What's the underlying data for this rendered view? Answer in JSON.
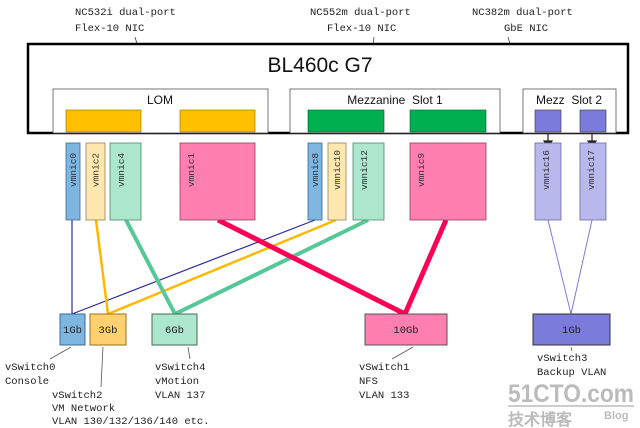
{
  "server": {
    "title": "BL460c G7"
  },
  "adapters": [
    {
      "name": "LOM",
      "callout": [
        "NC532i dual-port",
        "Flex-10 NIC"
      ],
      "port_color": "#FFC000"
    },
    {
      "name": "Mezzanine  Slot 1",
      "callout": [
        "NC552m dual-port",
        "Flex-10 NIC"
      ],
      "port_color": "#00B050"
    },
    {
      "name": "Mezz  Slot 2",
      "callout": [
        "NC382m dual-port",
        "GbE NIC"
      ],
      "port_color": "#7B7BDB"
    }
  ],
  "vmnics": [
    "vmnic0",
    "vmnic2",
    "vmnic4",
    "vmnic1",
    "vmnic8",
    "vmnic10",
    "vmnic12",
    "vmnic9",
    "vmnic16",
    "vmnic17"
  ],
  "vswitches": [
    {
      "speed": "1Gb",
      "lines": [
        "vSwitch0",
        "Console"
      ],
      "color": "#7EB6E0"
    },
    {
      "speed": "3Gb",
      "lines": [
        "vSwitch2",
        "VM Network",
        "VLAN 130/132/136/140 etc."
      ],
      "color": "#FFD070"
    },
    {
      "speed": "6Gb",
      "lines": [
        "vSwitch4",
        "vMotion",
        "VLAN 137"
      ],
      "color": "#ACE6CC"
    },
    {
      "speed": "10Gb",
      "lines": [
        "vSwitch1",
        "NFS",
        "VLAN 133"
      ],
      "color": "#FF80B0"
    },
    {
      "speed": "1Gb",
      "lines": [
        "vSwitch3",
        "Backup VLAN"
      ],
      "color": "#7B7BDB"
    }
  ],
  "watermark": {
    "site": "51CTO.com",
    "cn": "技术博客",
    "blog": "Blog"
  }
}
